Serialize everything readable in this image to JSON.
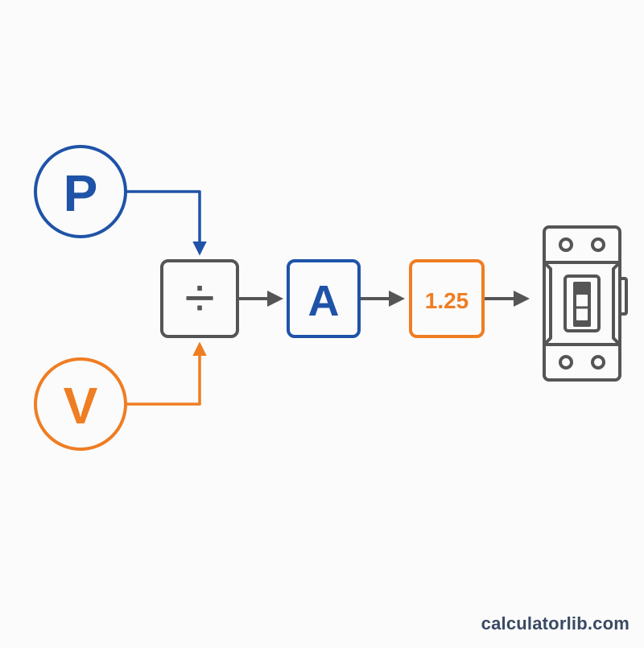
{
  "diagram": {
    "inputs": {
      "power": {
        "symbol": "P",
        "color": "#1f53a8"
      },
      "voltage": {
        "symbol": "V",
        "color": "#ef7d22"
      }
    },
    "operation": {
      "symbol": "÷",
      "color": "#555555"
    },
    "result": {
      "symbol": "A",
      "color": "#1f53a8"
    },
    "factor": {
      "value": "1.25",
      "color": "#ef7d22"
    },
    "device": {
      "icon": "circuit-breaker-icon",
      "color": "#555555"
    },
    "arrow_color": "#555555"
  },
  "watermark": {
    "text": "calculatorlib.com",
    "color": "#3a4a63"
  }
}
